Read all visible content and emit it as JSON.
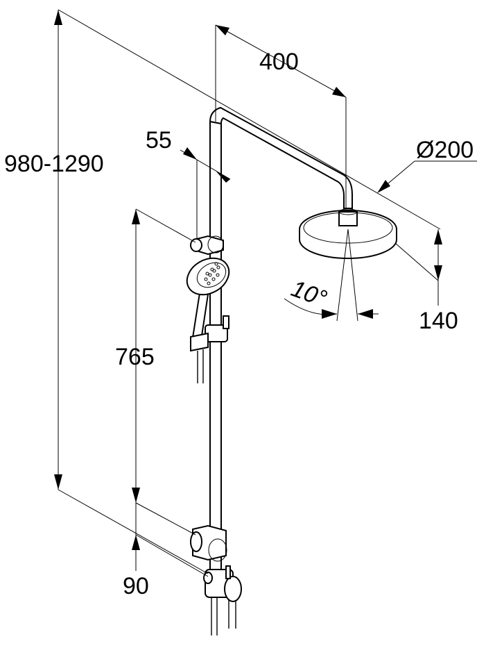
{
  "dimensions": {
    "total_height": "980-1290",
    "arm_reach": "400",
    "wall_offset": "55",
    "bar_length": "765",
    "lower_offset": "90",
    "head_diameter": "Ø200",
    "head_drop": "140",
    "tilt_angle": "10°"
  }
}
